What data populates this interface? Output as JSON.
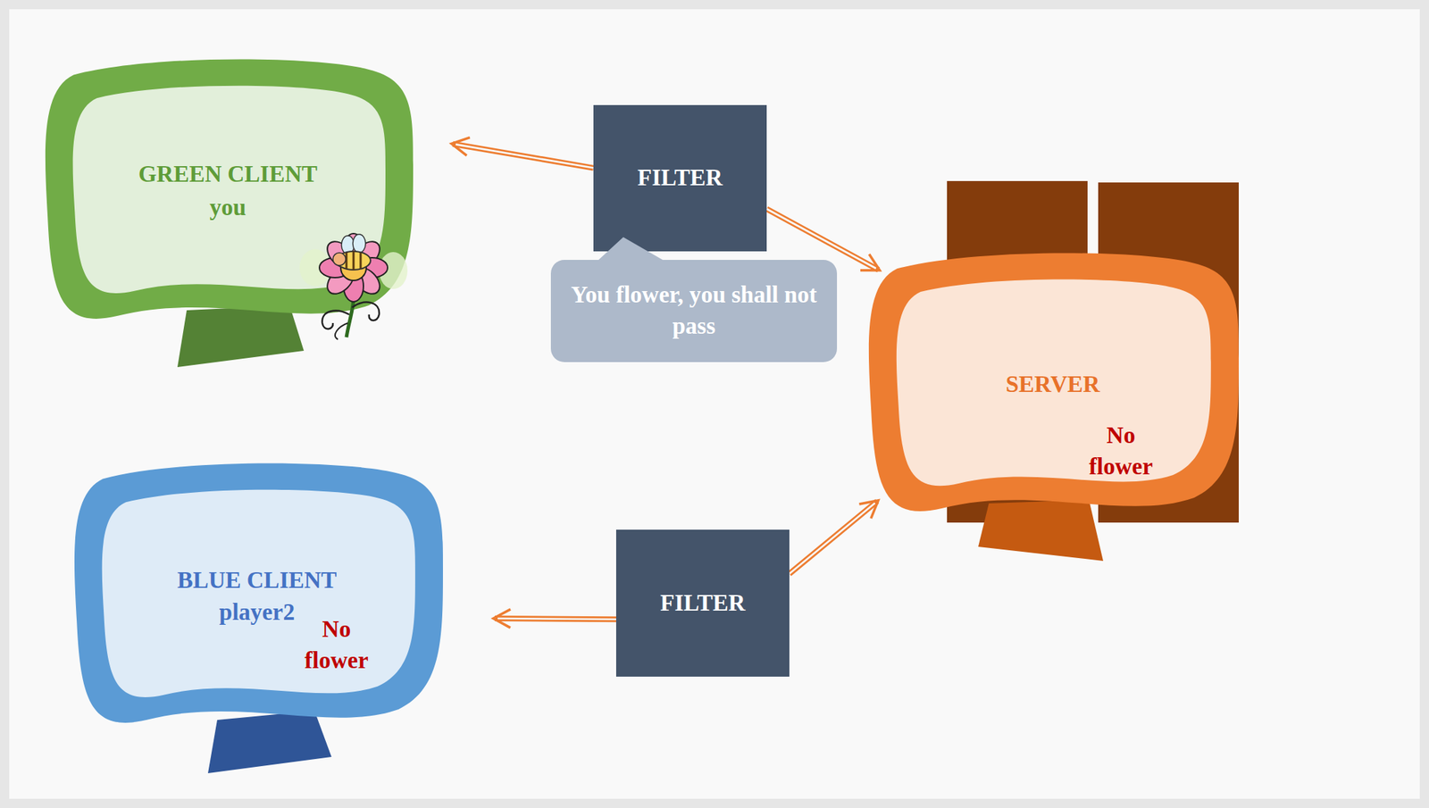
{
  "diagram": {
    "nodes": [
      {
        "text": [
          "GREEN CLIENT",
          "you"
        ]
      },
      {
        "text": [
          "FILTER"
        ]
      },
      {
        "text": [
          "You flower, you shall not pass"
        ]
      },
      {
        "text": [
          "SERVER",
          "No flower"
        ]
      },
      {
        "text": [
          "BLUE CLIENT",
          "player2",
          "No flower"
        ]
      },
      {
        "text": [
          "FILTER"
        ]
      }
    ],
    "edges": [
      {
        "from": 1,
        "to": 0,
        "arrow": "to"
      },
      {
        "from": 1,
        "to": 3,
        "arrow": "to"
      },
      {
        "from": 5,
        "to": 4,
        "arrow": "to"
      },
      {
        "from": 5,
        "to": 3,
        "arrow": "to"
      }
    ]
  }
}
